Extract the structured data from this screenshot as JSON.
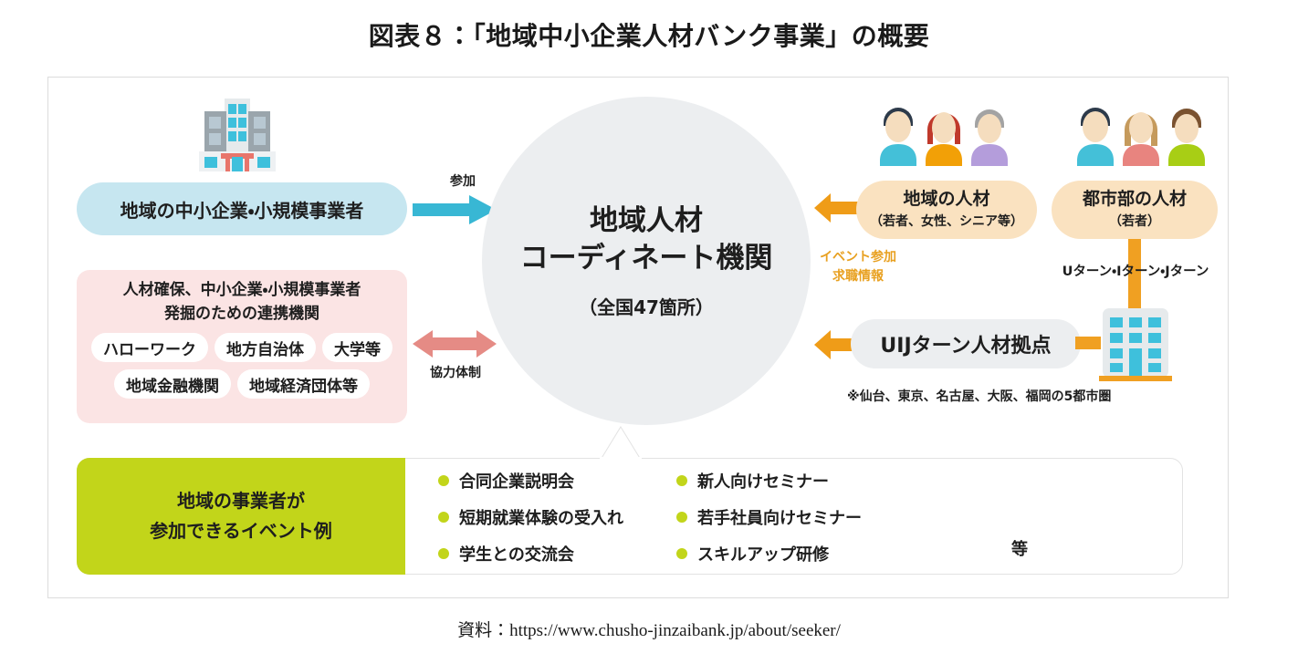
{
  "title": "図表８：「地域中小企業人材バンク事業」の概要",
  "footer": "資料：https://www.chusho-jinzaibank.jp/about/seeker/",
  "center": {
    "main_line1": "地域人材",
    "main_line2": "コーディネート機関",
    "sub": "（全国47箇所）"
  },
  "left": {
    "sme_box": "地域の中小企業・小規模事業者",
    "factory_icon": "factory-building-icon",
    "partner": {
      "heading_line1": "人材確保、中小企業・小規模事業者",
      "heading_line2": "発掘のための連携機関",
      "tags_row1": [
        "ハローワーク",
        "地方自治体",
        "大学等"
      ],
      "tags_row2": [
        "地域金融機関",
        "地域経済団体等"
      ]
    }
  },
  "connectors": {
    "join_label": "参加",
    "join_arrow_icon": "right-arrow-icon",
    "coop_label": "協力体制",
    "coop_arrow_icon": "double-arrow-icon",
    "orange_arrow_icon": "left-arrow-icon"
  },
  "right": {
    "local_talent": {
      "title": "地域の人材",
      "subtitle": "（若者、女性、シニア等）",
      "people_icon": "people-group-icon"
    },
    "urban_talent": {
      "title": "都市部の人材",
      "subtitle": "（若者）",
      "people_icon": "people-group-icon"
    },
    "orange_flow_line1": "イベント参加",
    "orange_flow_line2": "求職情報",
    "turn_label": "Uターン・Iターン・Jターン",
    "uij_box": "UIJターン人材拠点",
    "uij_note": "※仙台、東京、名古屋、大阪、福岡の5都市圏",
    "city_icon": "office-building-icon"
  },
  "bottom": {
    "heading_line1": "地域の事業者が",
    "heading_line2": "参加できるイベント例",
    "events_col1": [
      "合同企業説明会",
      "短期就業体験の受入れ",
      "学生との交流会"
    ],
    "events_col2": [
      "新人向けセミナー",
      "若手社員向けセミナー",
      "スキルアップ研修"
    ],
    "etc": "等"
  },
  "colors": {
    "cyan_box": "#c6e6f0",
    "pink_box": "#fbe4e4",
    "beige_box": "#fae2c0",
    "gray_circle": "#eceef0",
    "green_box": "#c2d51a",
    "orange_accent": "#f0a022",
    "cyan_arrow": "#38b7d4",
    "pink_arrow": "#e58b85"
  }
}
